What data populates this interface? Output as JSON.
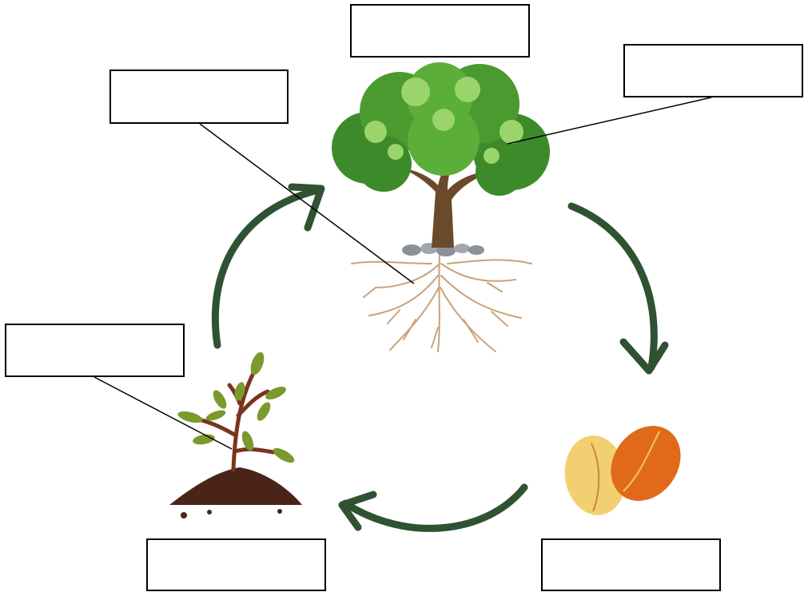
{
  "labels": {
    "top": "",
    "upper_left": "",
    "upper_right": "",
    "left": "",
    "bottom_left": "",
    "bottom_right": ""
  },
  "colors": {
    "arrow": "#2f5233",
    "foliage_dark": "#3d8a2a",
    "foliage_mid": "#5cae3a",
    "foliage_light": "#9ad46a",
    "trunk": "#6b4a2b",
    "roots": "#c9a27a",
    "soil": "#4a2418",
    "sapling_leaf": "#7a9a2e",
    "seed_pale": "#f2cf70",
    "seed_orange": "#e06a1a"
  },
  "stages": [
    "tree",
    "seeds",
    "seedling"
  ],
  "icons": {
    "tree": "tree-icon",
    "seeds": "seeds-icon",
    "seedling": "seedling-icon",
    "arrow": "cycle-arrow-icon"
  }
}
